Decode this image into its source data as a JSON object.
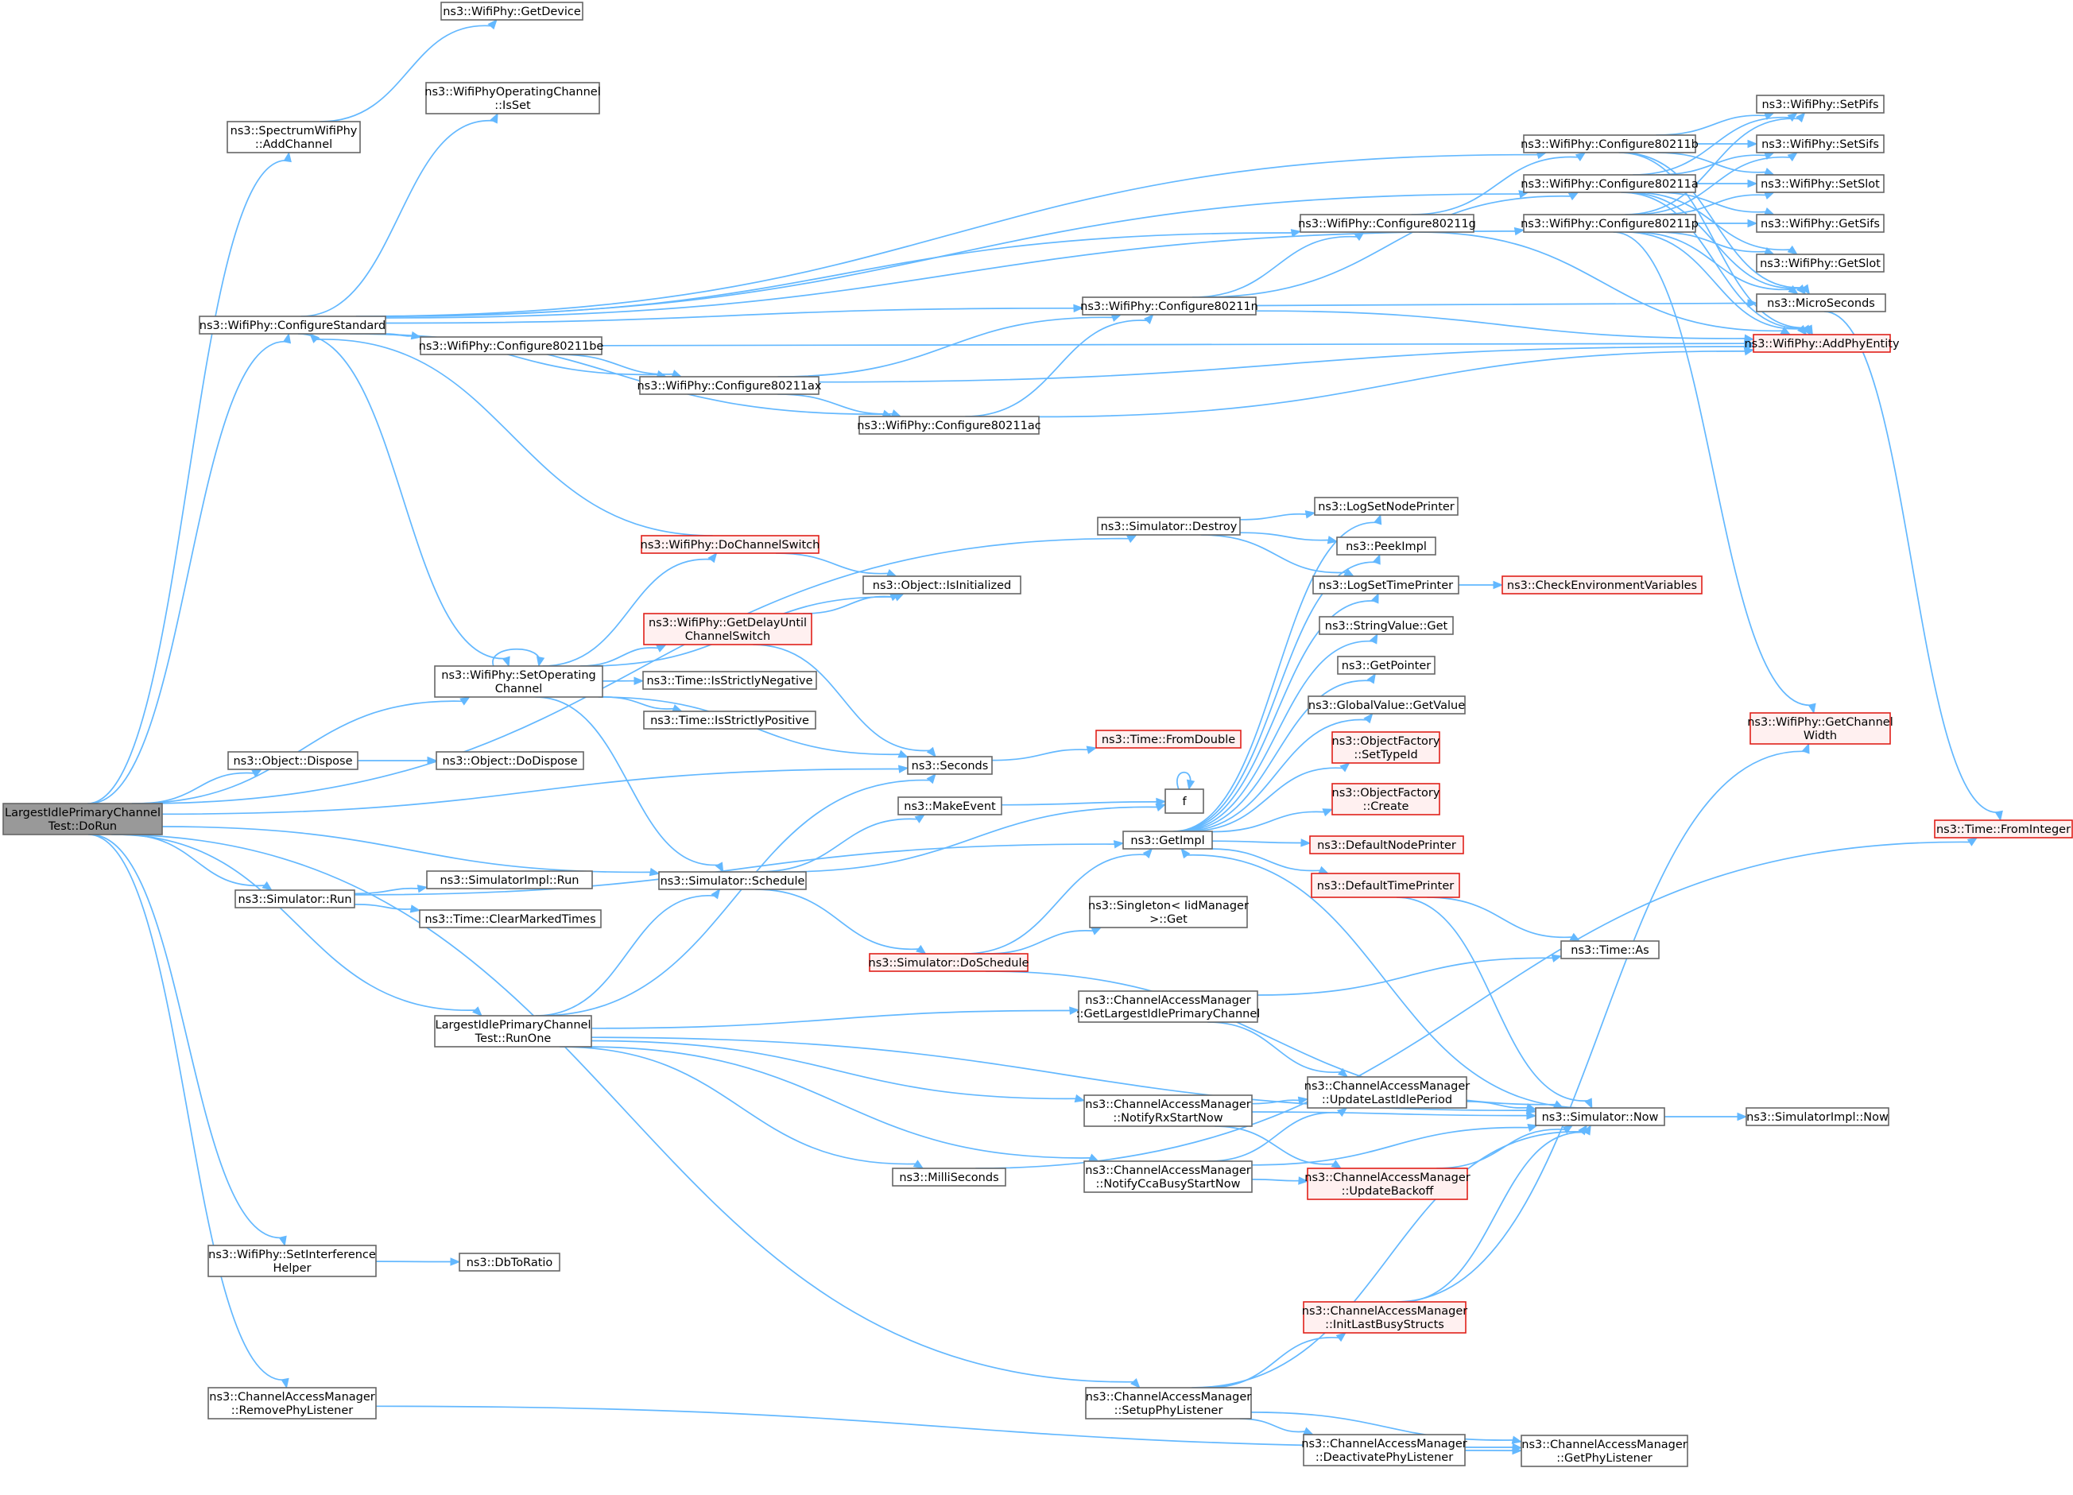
{
  "nodes": [
    {
      "id": "root",
      "lines": [
        "LargestIdlePrimaryChannel",
        "Test::DoRun"
      ],
      "style": "root"
    },
    {
      "id": "getdevice",
      "lines": [
        "ns3::WifiPhy::GetDevice"
      ]
    },
    {
      "id": "addchannel",
      "lines": [
        "ns3::SpectrumWifiPhy",
        "::AddChannel"
      ]
    },
    {
      "id": "isset",
      "lines": [
        "ns3::WifiPhyOperatingChannel",
        "::IsSet"
      ]
    },
    {
      "id": "configstd",
      "lines": [
        "ns3::WifiPhy::ConfigureStandard"
      ]
    },
    {
      "id": "c11b",
      "lines": [
        "ns3::WifiPhy::Configure80211b"
      ]
    },
    {
      "id": "c11a",
      "lines": [
        "ns3::WifiPhy::Configure80211a"
      ]
    },
    {
      "id": "c11p",
      "lines": [
        "ns3::WifiPhy::Configure80211p"
      ]
    },
    {
      "id": "c11g",
      "lines": [
        "ns3::WifiPhy::Configure80211g"
      ]
    },
    {
      "id": "c11n",
      "lines": [
        "ns3::WifiPhy::Configure80211n"
      ]
    },
    {
      "id": "c11be",
      "lines": [
        "ns3::WifiPhy::Configure80211be"
      ]
    },
    {
      "id": "c11ax",
      "lines": [
        "ns3::WifiPhy::Configure80211ax"
      ]
    },
    {
      "id": "c11ac",
      "lines": [
        "ns3::WifiPhy::Configure80211ac"
      ]
    },
    {
      "id": "setpifs",
      "lines": [
        "ns3::WifiPhy::SetPifs"
      ]
    },
    {
      "id": "setsifs",
      "lines": [
        "ns3::WifiPhy::SetSifs"
      ]
    },
    {
      "id": "setslot",
      "lines": [
        "ns3::WifiPhy::SetSlot"
      ]
    },
    {
      "id": "getsifs",
      "lines": [
        "ns3::WifiPhy::GetSifs"
      ]
    },
    {
      "id": "getslot",
      "lines": [
        "ns3::WifiPhy::GetSlot"
      ]
    },
    {
      "id": "micro",
      "lines": [
        "ns3::MicroSeconds"
      ]
    },
    {
      "id": "addphy",
      "lines": [
        "ns3::WifiPhy::AddPhyEntity"
      ],
      "style": "red"
    },
    {
      "id": "fromint",
      "lines": [
        "ns3::Time::FromInteger"
      ],
      "style": "red"
    },
    {
      "id": "getchw",
      "lines": [
        "ns3::WifiPhy::GetChannel",
        "Width"
      ],
      "style": "red"
    },
    {
      "id": "destroy",
      "lines": [
        "ns3::Simulator::Destroy"
      ]
    },
    {
      "id": "dochsw",
      "lines": [
        "ns3::WifiPhy::DoChannelSwitch"
      ],
      "style": "red"
    },
    {
      "id": "isinit",
      "lines": [
        "ns3::Object::IsInitialized"
      ]
    },
    {
      "id": "getdelay",
      "lines": [
        "ns3::WifiPhy::GetDelayUntil",
        "ChannelSwitch"
      ],
      "style": "red"
    },
    {
      "id": "setopch",
      "lines": [
        "ns3::WifiPhy::SetOperating",
        "Channel"
      ]
    },
    {
      "id": "strneg",
      "lines": [
        "ns3::Time::IsStrictlyNegative"
      ]
    },
    {
      "id": "strpos",
      "lines": [
        "ns3::Time::IsStrictlyPositive"
      ]
    },
    {
      "id": "dispose",
      "lines": [
        "ns3::Object::Dispose"
      ]
    },
    {
      "id": "dodispose",
      "lines": [
        "ns3::Object::DoDispose"
      ]
    },
    {
      "id": "seconds",
      "lines": [
        "ns3::Seconds"
      ]
    },
    {
      "id": "fromdouble",
      "lines": [
        "ns3::Time::FromDouble"
      ],
      "style": "red"
    },
    {
      "id": "makeevent",
      "lines": [
        "ns3::MakeEvent"
      ]
    },
    {
      "id": "f",
      "lines": [
        "f"
      ]
    },
    {
      "id": "schedule",
      "lines": [
        "ns3::Simulator::Schedule"
      ]
    },
    {
      "id": "getimpl",
      "lines": [
        "ns3::GetImpl"
      ]
    },
    {
      "id": "logsetnode",
      "lines": [
        "ns3::LogSetNodePrinter"
      ]
    },
    {
      "id": "peekimpl",
      "lines": [
        "ns3::PeekImpl"
      ]
    },
    {
      "id": "logsettime",
      "lines": [
        "ns3::LogSetTimePrinter"
      ]
    },
    {
      "id": "checkenv",
      "lines": [
        "ns3::CheckEnvironmentVariables"
      ],
      "style": "red"
    },
    {
      "id": "strget",
      "lines": [
        "ns3::StringValue::Get"
      ]
    },
    {
      "id": "getptr",
      "lines": [
        "ns3::GetPointer"
      ]
    },
    {
      "id": "gvgetval",
      "lines": [
        "ns3::GlobalValue::GetValue"
      ]
    },
    {
      "id": "ofsettype",
      "lines": [
        "ns3::ObjectFactory",
        "::SetTypeId"
      ],
      "style": "red"
    },
    {
      "id": "ofcreate",
      "lines": [
        "ns3::ObjectFactory",
        "::Create"
      ],
      "style": "red"
    },
    {
      "id": "defnode",
      "lines": [
        "ns3::DefaultNodePrinter"
      ],
      "style": "red"
    },
    {
      "id": "deftime",
      "lines": [
        "ns3::DefaultTimePrinter"
      ],
      "style": "red"
    },
    {
      "id": "simrun",
      "lines": [
        "ns3::Simulator::Run"
      ]
    },
    {
      "id": "simimplrun",
      "lines": [
        "ns3::SimulatorImpl::Run"
      ]
    },
    {
      "id": "clearmarked",
      "lines": [
        "ns3::Time::ClearMarkedTimes"
      ]
    },
    {
      "id": "singleton",
      "lines": [
        "ns3::Singleton< IidManager",
        ">::Get"
      ]
    },
    {
      "id": "doschedule",
      "lines": [
        "ns3::Simulator::DoSchedule"
      ],
      "style": "red"
    },
    {
      "id": "timeas",
      "lines": [
        "ns3::Time::As"
      ]
    },
    {
      "id": "runone",
      "lines": [
        "LargestIdlePrimaryChannel",
        "Test::RunOne"
      ]
    },
    {
      "id": "getlargest",
      "lines": [
        "ns3::ChannelAccessManager",
        "::GetLargestIdlePrimaryChannel"
      ]
    },
    {
      "id": "updlast",
      "lines": [
        "ns3::ChannelAccessManager",
        "::UpdateLastIdlePeriod"
      ]
    },
    {
      "id": "notifyrx",
      "lines": [
        "ns3::ChannelAccessManager",
        "::NotifyRxStartNow"
      ]
    },
    {
      "id": "simnow",
      "lines": [
        "ns3::Simulator::Now"
      ]
    },
    {
      "id": "simimplnow",
      "lines": [
        "ns3::SimulatorImpl::Now"
      ]
    },
    {
      "id": "notifycca",
      "lines": [
        "ns3::ChannelAccessManager",
        "::NotifyCcaBusyStartNow"
      ]
    },
    {
      "id": "updbackoff",
      "lines": [
        "ns3::ChannelAccessManager",
        "::UpdateBackoff"
      ],
      "style": "red"
    },
    {
      "id": "milli",
      "lines": [
        "ns3::MilliSeconds"
      ]
    },
    {
      "id": "setinterf",
      "lines": [
        "ns3::WifiPhy::SetInterference",
        "Helper"
      ]
    },
    {
      "id": "dbtoratio",
      "lines": [
        "ns3::DbToRatio"
      ]
    },
    {
      "id": "initlast",
      "lines": [
        "ns3::ChannelAccessManager",
        "::InitLastBusyStructs"
      ],
      "style": "red"
    },
    {
      "id": "removephy",
      "lines": [
        "ns3::ChannelAccessManager",
        "::RemovePhyListener"
      ]
    },
    {
      "id": "setupphy",
      "lines": [
        "ns3::ChannelAccessManager",
        "::SetupPhyListener"
      ]
    },
    {
      "id": "deactphy",
      "lines": [
        "ns3::ChannelAccessManager",
        "::DeactivatePhyListener"
      ]
    },
    {
      "id": "getphyl",
      "lines": [
        "ns3::ChannelAccessManager",
        "::GetPhyListener"
      ]
    }
  ],
  "edges": [
    [
      "root",
      "addchannel"
    ],
    [
      "root",
      "configstd"
    ],
    [
      "root",
      "destroy"
    ],
    [
      "root",
      "setopch"
    ],
    [
      "root",
      "dispose"
    ],
    [
      "root",
      "seconds"
    ],
    [
      "root",
      "schedule"
    ],
    [
      "root",
      "simrun"
    ],
    [
      "root",
      "runone"
    ],
    [
      "root",
      "setinterf"
    ],
    [
      "root",
      "removephy"
    ],
    [
      "root",
      "setupphy"
    ],
    [
      "addchannel",
      "getdevice"
    ],
    [
      "configstd",
      "isset"
    ],
    [
      "configstd",
      "c11b"
    ],
    [
      "configstd",
      "c11a"
    ],
    [
      "configstd",
      "c11p"
    ],
    [
      "configstd",
      "c11g"
    ],
    [
      "configstd",
      "c11n"
    ],
    [
      "configstd",
      "c11be"
    ],
    [
      "configstd",
      "c11ax"
    ],
    [
      "configstd",
      "c11ac"
    ],
    [
      "configstd",
      "setopch"
    ],
    [
      "c11b",
      "setpifs"
    ],
    [
      "c11b",
      "setsifs"
    ],
    [
      "c11b",
      "setslot"
    ],
    [
      "c11b",
      "micro"
    ],
    [
      "c11b",
      "addphy"
    ],
    [
      "c11a",
      "setpifs"
    ],
    [
      "c11a",
      "setsifs"
    ],
    [
      "c11a",
      "setslot"
    ],
    [
      "c11a",
      "getsifs"
    ],
    [
      "c11a",
      "getslot"
    ],
    [
      "c11a",
      "micro"
    ],
    [
      "c11a",
      "addphy"
    ],
    [
      "c11p",
      "setpifs"
    ],
    [
      "c11p",
      "setsifs"
    ],
    [
      "c11p",
      "setslot"
    ],
    [
      "c11p",
      "getsifs"
    ],
    [
      "c11p",
      "getslot"
    ],
    [
      "c11p",
      "micro"
    ],
    [
      "c11p",
      "addphy"
    ],
    [
      "c11p",
      "getchw"
    ],
    [
      "c11g",
      "c11b"
    ],
    [
      "c11g",
      "addphy"
    ],
    [
      "c11n",
      "c11g"
    ],
    [
      "c11n",
      "c11a"
    ],
    [
      "c11n",
      "micro"
    ],
    [
      "c11n",
      "addphy"
    ],
    [
      "c11be",
      "c11ax"
    ],
    [
      "c11be",
      "addphy"
    ],
    [
      "c11ax",
      "c11n"
    ],
    [
      "c11ax",
      "c11ac"
    ],
    [
      "c11ax",
      "addphy"
    ],
    [
      "c11ac",
      "c11n"
    ],
    [
      "c11ac",
      "addphy"
    ],
    [
      "micro",
      "fromint"
    ],
    [
      "destroy",
      "logsetnode"
    ],
    [
      "destroy",
      "peekimpl"
    ],
    [
      "destroy",
      "logsettime"
    ],
    [
      "logsettime",
      "checkenv"
    ],
    [
      "dochsw",
      "configstd"
    ],
    [
      "dochsw",
      "isinit"
    ],
    [
      "getdelay",
      "isinit"
    ],
    [
      "getdelay",
      "seconds"
    ],
    [
      "setopch",
      "setopch"
    ],
    [
      "setopch",
      "dochsw"
    ],
    [
      "setopch",
      "isinit"
    ],
    [
      "setopch",
      "getdelay"
    ],
    [
      "setopch",
      "strneg"
    ],
    [
      "setopch",
      "strpos"
    ],
    [
      "setopch",
      "seconds"
    ],
    [
      "setopch",
      "schedule"
    ],
    [
      "dispose",
      "dodispose"
    ],
    [
      "seconds",
      "fromdouble"
    ],
    [
      "makeevent",
      "f"
    ],
    [
      "f",
      "f"
    ],
    [
      "schedule",
      "makeevent"
    ],
    [
      "schedule",
      "f"
    ],
    [
      "schedule",
      "doschedule"
    ],
    [
      "getimpl",
      "logsetnode"
    ],
    [
      "getimpl",
      "peekimpl"
    ],
    [
      "getimpl",
      "logsettime"
    ],
    [
      "getimpl",
      "strget"
    ],
    [
      "getimpl",
      "getptr"
    ],
    [
      "getimpl",
      "gvgetval"
    ],
    [
      "getimpl",
      "ofsettype"
    ],
    [
      "getimpl",
      "ofcreate"
    ],
    [
      "getimpl",
      "defnode"
    ],
    [
      "getimpl",
      "deftime"
    ],
    [
      "deftime",
      "timeas"
    ],
    [
      "deftime",
      "simnow"
    ],
    [
      "simrun",
      "simimplrun"
    ],
    [
      "simrun",
      "clearmarked"
    ],
    [
      "simrun",
      "getimpl"
    ],
    [
      "doschedule",
      "getimpl"
    ],
    [
      "doschedule",
      "singleton"
    ],
    [
      "doschedule",
      "simnow"
    ],
    [
      "runone",
      "seconds"
    ],
    [
      "runone",
      "schedule"
    ],
    [
      "runone",
      "getlargest"
    ],
    [
      "runone",
      "notifyrx"
    ],
    [
      "runone",
      "notifycca"
    ],
    [
      "runone",
      "milli"
    ],
    [
      "runone",
      "simnow"
    ],
    [
      "getlargest",
      "timeas"
    ],
    [
      "getlargest",
      "updlast"
    ],
    [
      "updlast",
      "simnow"
    ],
    [
      "notifyrx",
      "updlast"
    ],
    [
      "notifyrx",
      "simnow"
    ],
    [
      "notifyrx",
      "updbackoff"
    ],
    [
      "notifycca",
      "updlast"
    ],
    [
      "notifycca",
      "updbackoff"
    ],
    [
      "notifycca",
      "simnow"
    ],
    [
      "updbackoff",
      "simnow"
    ],
    [
      "simnow",
      "getimpl"
    ],
    [
      "simnow",
      "simimplnow"
    ],
    [
      "milli",
      "fromint"
    ],
    [
      "setinterf",
      "dbtoratio"
    ],
    [
      "initlast",
      "simnow"
    ],
    [
      "initlast",
      "getchw"
    ],
    [
      "removephy",
      "getphyl"
    ],
    [
      "setupphy",
      "simnow"
    ],
    [
      "setupphy",
      "initlast"
    ],
    [
      "setupphy",
      "deactphy"
    ],
    [
      "setupphy",
      "getphyl"
    ],
    [
      "deactphy",
      "getphyl"
    ]
  ]
}
